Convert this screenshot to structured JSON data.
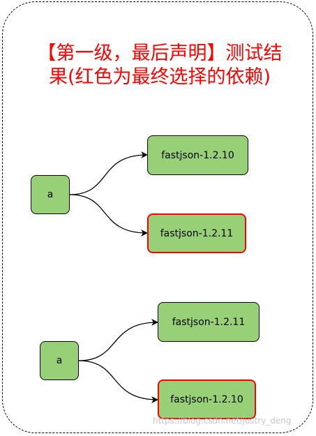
{
  "title": {
    "line1": "【第一级，最后声明】测试结",
    "line2": "果(红色为最终选择的依赖)"
  },
  "diagrams": [
    {
      "source": "a",
      "top_target": "fastjson-1.2.10",
      "bottom_target": "fastjson-1.2.11",
      "selected": "bottom"
    },
    {
      "source": "a",
      "top_target": "fastjson-1.2.11",
      "bottom_target": "fastjson-1.2.10",
      "selected": "bottom"
    }
  ],
  "colors": {
    "node_fill": "#97d077",
    "selected_border": "#ff0000",
    "title": "#ff0000"
  },
  "watermark": "https://blog.csdn.net/justry_deng"
}
